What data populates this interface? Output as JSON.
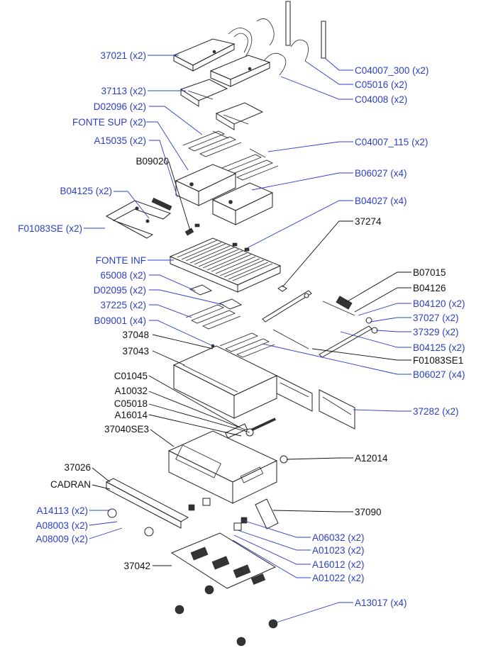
{
  "colors": {
    "blue_label": "#2a3ec8",
    "black_label": "#111111",
    "line": "#222222"
  },
  "labels": {
    "l37021": "37021  (x2)",
    "l37113": "37113  (x2)",
    "lD02096": "D02096  (x2)",
    "lFonteSup": "FONTE SUP  (x2)",
    "lA15035": "A15035  (x2)",
    "lB09020": "B09020",
    "lB04125a": "B04125  (x2)",
    "lF01083SE": "F01083SE  (x2)",
    "lFonteInf": "FONTE INF",
    "l65008": "65008  (x2)",
    "lD02095": "D02095  (x2)",
    "l37225": "37225  (x2)",
    "lB09001": "B09001  (x4)",
    "l37048": "37048",
    "l37043": "37043",
    "lC01045": "C01045",
    "lA10032": "A10032",
    "lC05018": "C05018",
    "lA16014": "A16014",
    "l37040SE3": "37040SE3",
    "l37026": "37026",
    "lCadran": "CADRAN",
    "lA14113": "A14113  (x2)",
    "lA08003": "A08003  (x2)",
    "lA08009": "A08009  (x2)",
    "l37042": "37042",
    "lC04007_300": "C04007_300  (x2)",
    "lC05016": "C05016  (x2)",
    "lC04008": "C04008  (x2)",
    "lC04007_115": "C04007_115  (x2)",
    "lB06027a": "B06027  (x4)",
    "lB04027": "B04027  (x4)",
    "l37274": "37274",
    "lB07015": "B07015",
    "lB04126": "B04126",
    "lB04120": "B04120  (x2)",
    "l37027": "37027  (x2)",
    "l37329": "37329  (x2)",
    "lB04125b": "B04125  (x2)",
    "lF01083SE1": "F01083SE1",
    "lB06027b": "B06027  (x4)",
    "l37282": "37282  (x2)",
    "lA12014": "A12014",
    "l37090": "37090",
    "lA06032": "A06032  (x2)",
    "lA01023": "A01023  (x2)",
    "lA16012": "A16012  (x2)",
    "lA01022": "A01022  (x2)",
    "lA13017": "A13017  (x4)"
  }
}
